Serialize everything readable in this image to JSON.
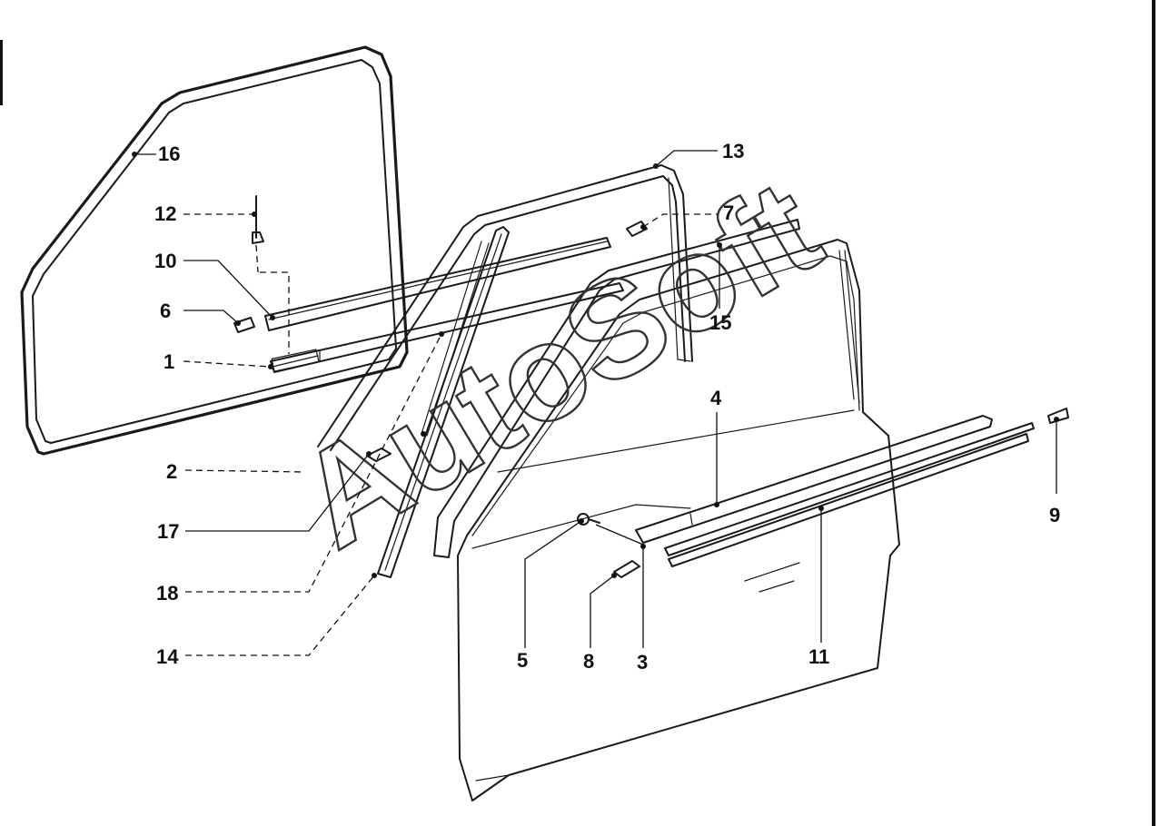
{
  "watermark": "AutoSoft",
  "callouts": [
    {
      "id": "c16",
      "label": "16"
    },
    {
      "id": "c12",
      "label": "12"
    },
    {
      "id": "c10",
      "label": "10"
    },
    {
      "id": "c6",
      "label": "6"
    },
    {
      "id": "c1",
      "label": "1"
    },
    {
      "id": "c2",
      "label": "2"
    },
    {
      "id": "c17",
      "label": "17"
    },
    {
      "id": "c18",
      "label": "18"
    },
    {
      "id": "c14",
      "label": "14"
    },
    {
      "id": "c13",
      "label": "13"
    },
    {
      "id": "c7",
      "label": "7"
    },
    {
      "id": "c15",
      "label": "15"
    },
    {
      "id": "c4",
      "label": "4"
    },
    {
      "id": "c5",
      "label": "5"
    },
    {
      "id": "c8",
      "label": "8"
    },
    {
      "id": "c3",
      "label": "3"
    },
    {
      "id": "c11",
      "label": "11"
    },
    {
      "id": "c9",
      "label": "9"
    }
  ]
}
